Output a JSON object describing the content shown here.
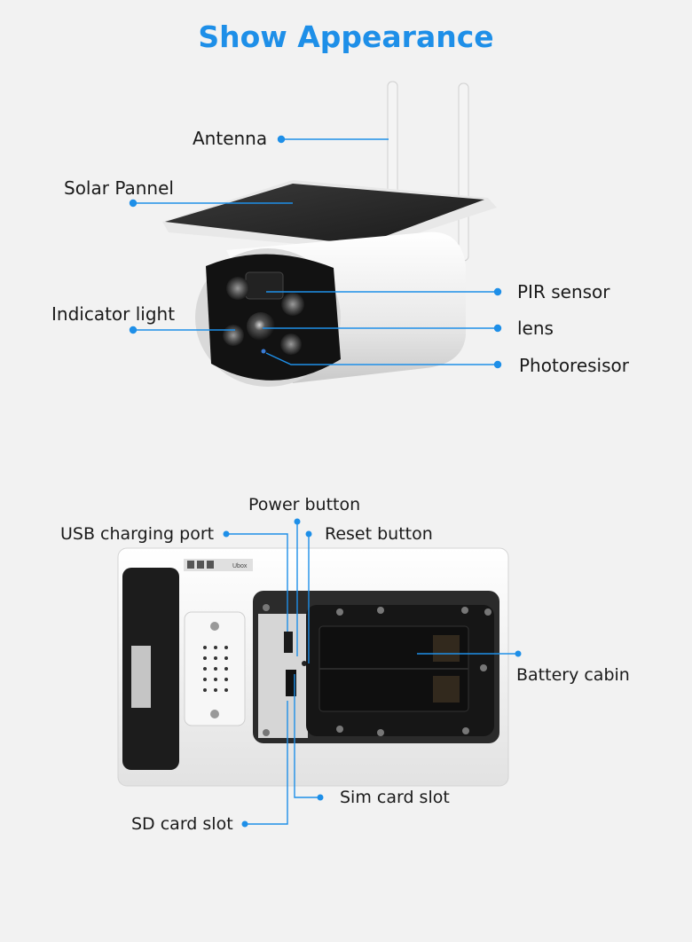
{
  "title": "Show Appearance",
  "colors": {
    "accent": "#1e8fe8",
    "background": "#f2f2f2"
  },
  "front_view": {
    "labels": {
      "antenna": "Antenna",
      "solar_panel": "Solar Pannel",
      "indicator_light": "Indicator light",
      "pir_sensor": "PIR sensor",
      "lens": "lens",
      "photoresistor": "Photoresisor"
    }
  },
  "back_view": {
    "labels": {
      "power_button": "Power button",
      "usb_port": "USB charging port",
      "reset_button": "Reset button",
      "battery_cabin": "Battery cabin",
      "sim_slot": "Sim card slot",
      "sd_slot": "SD card slot"
    },
    "brand_sticker": "Ubox"
  }
}
